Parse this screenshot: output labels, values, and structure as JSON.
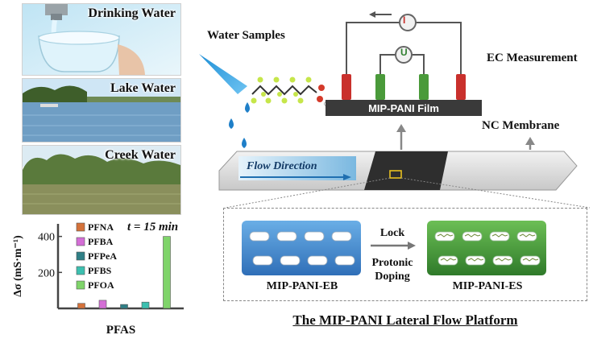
{
  "photos": {
    "drinking": "Drinking Water",
    "lake": "Lake Water",
    "creek": "Creek Water"
  },
  "samples_label": "Water Samples",
  "flow_direction_label": "Flow Direction",
  "film_label": "MIP-PANI Film",
  "ec_label": "EC Measurement",
  "nc_membrane_label": "NC Membrane",
  "current_symbol": "I",
  "voltage_symbol": "U",
  "mip_eb_label": "MIP-PANI-EB",
  "mip_es_label": "MIP-PANI-ES",
  "lock_label": "Lock",
  "doping_line1": "Protonic",
  "doping_line2": "Doping",
  "platform_title": "The MIP-PANI Lateral Flow Platform",
  "chart_data": {
    "type": "bar",
    "categories": [
      "PFNA",
      "PFBA",
      "PFPeA",
      "PFBS",
      "PFOA"
    ],
    "values": [
      28,
      45,
      22,
      35,
      400
    ],
    "colors": [
      "#d4723a",
      "#d46ed6",
      "#2f7f86",
      "#3cc0b0",
      "#7fd46a"
    ],
    "annotation": "t = 15 min",
    "xlabel": "PFAS",
    "ylabel": "Δσ (mS·m⁻¹)",
    "yticks": [
      200,
      400
    ],
    "ylim": [
      0,
      470
    ],
    "legend_position": "upper-left"
  }
}
